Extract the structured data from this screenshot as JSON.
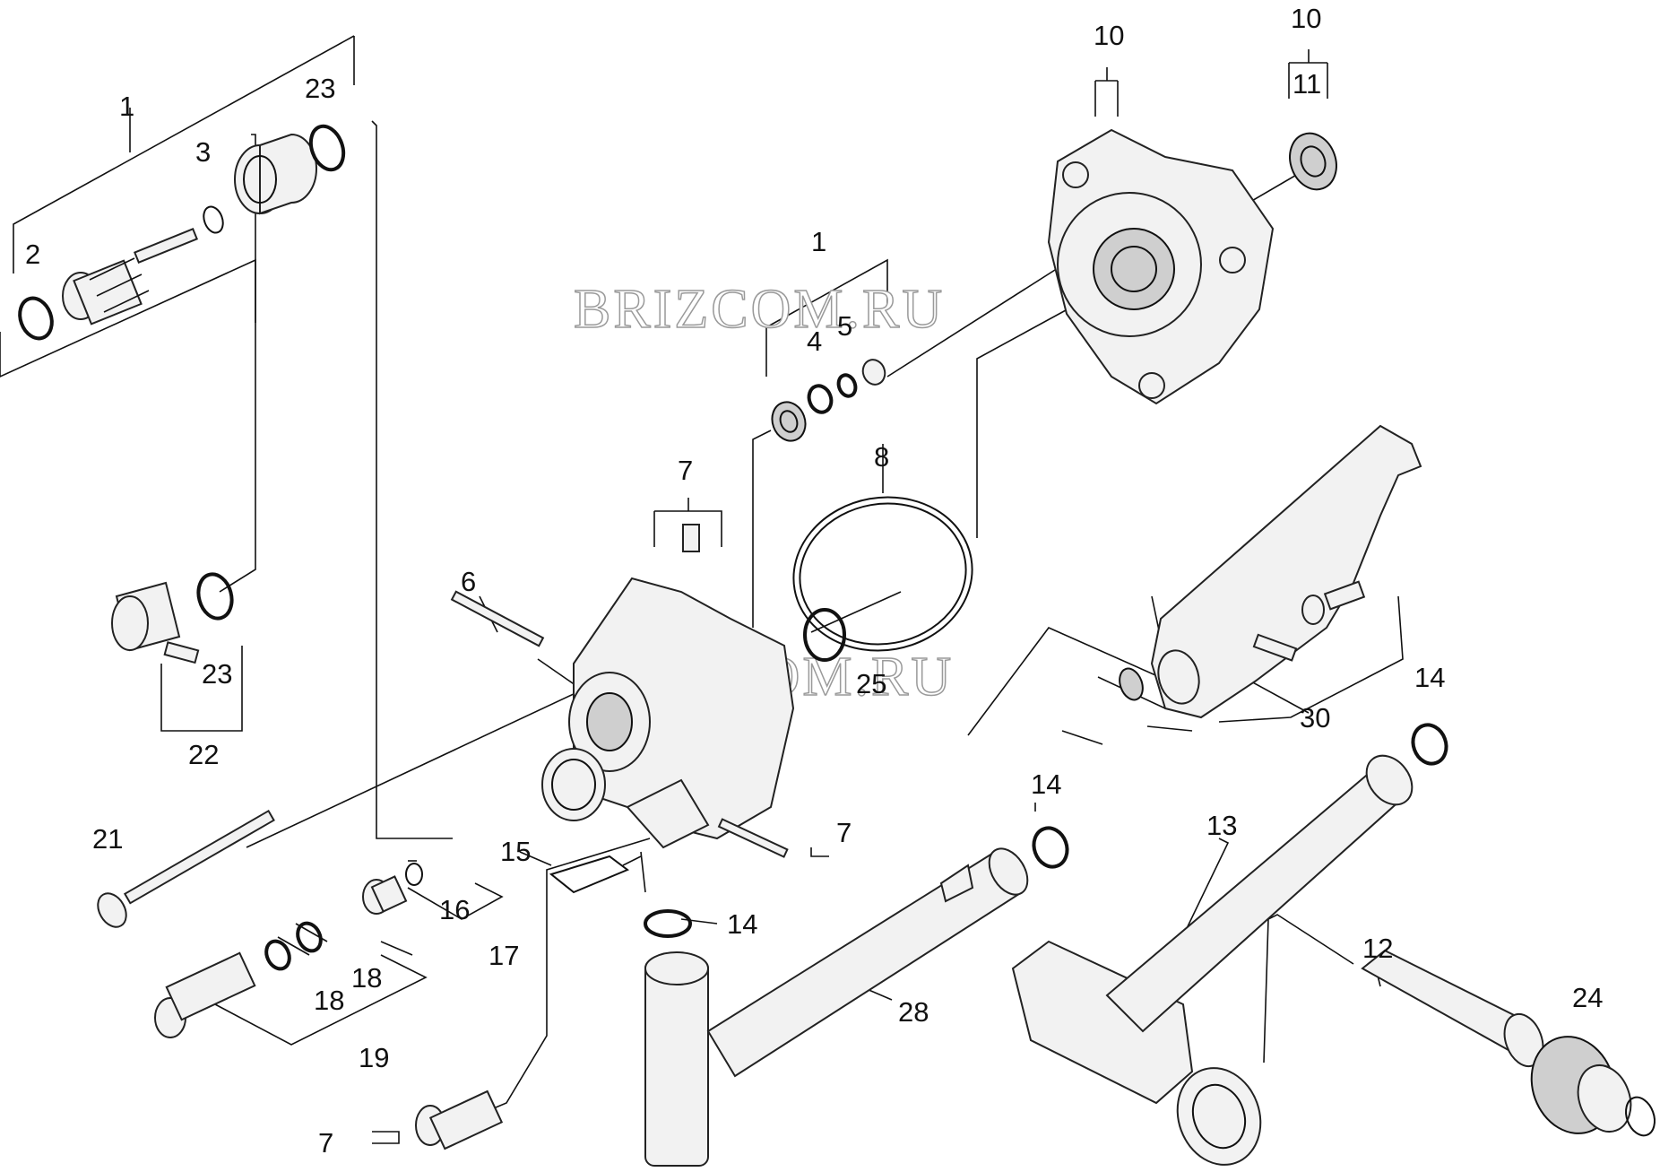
{
  "watermark": [
    "BRIZCOM.RU",
    "BRIZCOM.RU"
  ],
  "labels": [
    {
      "id": "p1a",
      "text": "1"
    },
    {
      "id": "p2",
      "text": "2"
    },
    {
      "id": "p3",
      "text": "3"
    },
    {
      "id": "p23a",
      "text": "23"
    },
    {
      "id": "p22",
      "text": "22"
    },
    {
      "id": "p23b",
      "text": "23"
    },
    {
      "id": "p1b",
      "text": "1"
    },
    {
      "id": "p4",
      "text": "4"
    },
    {
      "id": "p5",
      "text": "5"
    },
    {
      "id": "p10a",
      "text": "10"
    },
    {
      "id": "p10b",
      "text": "10"
    },
    {
      "id": "p11",
      "text": "11"
    },
    {
      "id": "p7a",
      "text": "7"
    },
    {
      "id": "p8",
      "text": "8"
    },
    {
      "id": "p6",
      "text": "6"
    },
    {
      "id": "p25",
      "text": "25"
    },
    {
      "id": "p30",
      "text": "30"
    },
    {
      "id": "p14a",
      "text": "14"
    },
    {
      "id": "p14b",
      "text": "14"
    },
    {
      "id": "p13",
      "text": "13"
    },
    {
      "id": "p21",
      "text": "21"
    },
    {
      "id": "p15",
      "text": "15"
    },
    {
      "id": "p7b",
      "text": "7"
    },
    {
      "id": "p16",
      "text": "16"
    },
    {
      "id": "p17",
      "text": "17"
    },
    {
      "id": "p14c",
      "text": "14"
    },
    {
      "id": "p18a",
      "text": "18"
    },
    {
      "id": "p18b",
      "text": "18"
    },
    {
      "id": "p19",
      "text": "19"
    },
    {
      "id": "p28",
      "text": "28"
    },
    {
      "id": "p12",
      "text": "12"
    },
    {
      "id": "p24",
      "text": "24"
    },
    {
      "id": "p7c",
      "text": "7"
    }
  ]
}
